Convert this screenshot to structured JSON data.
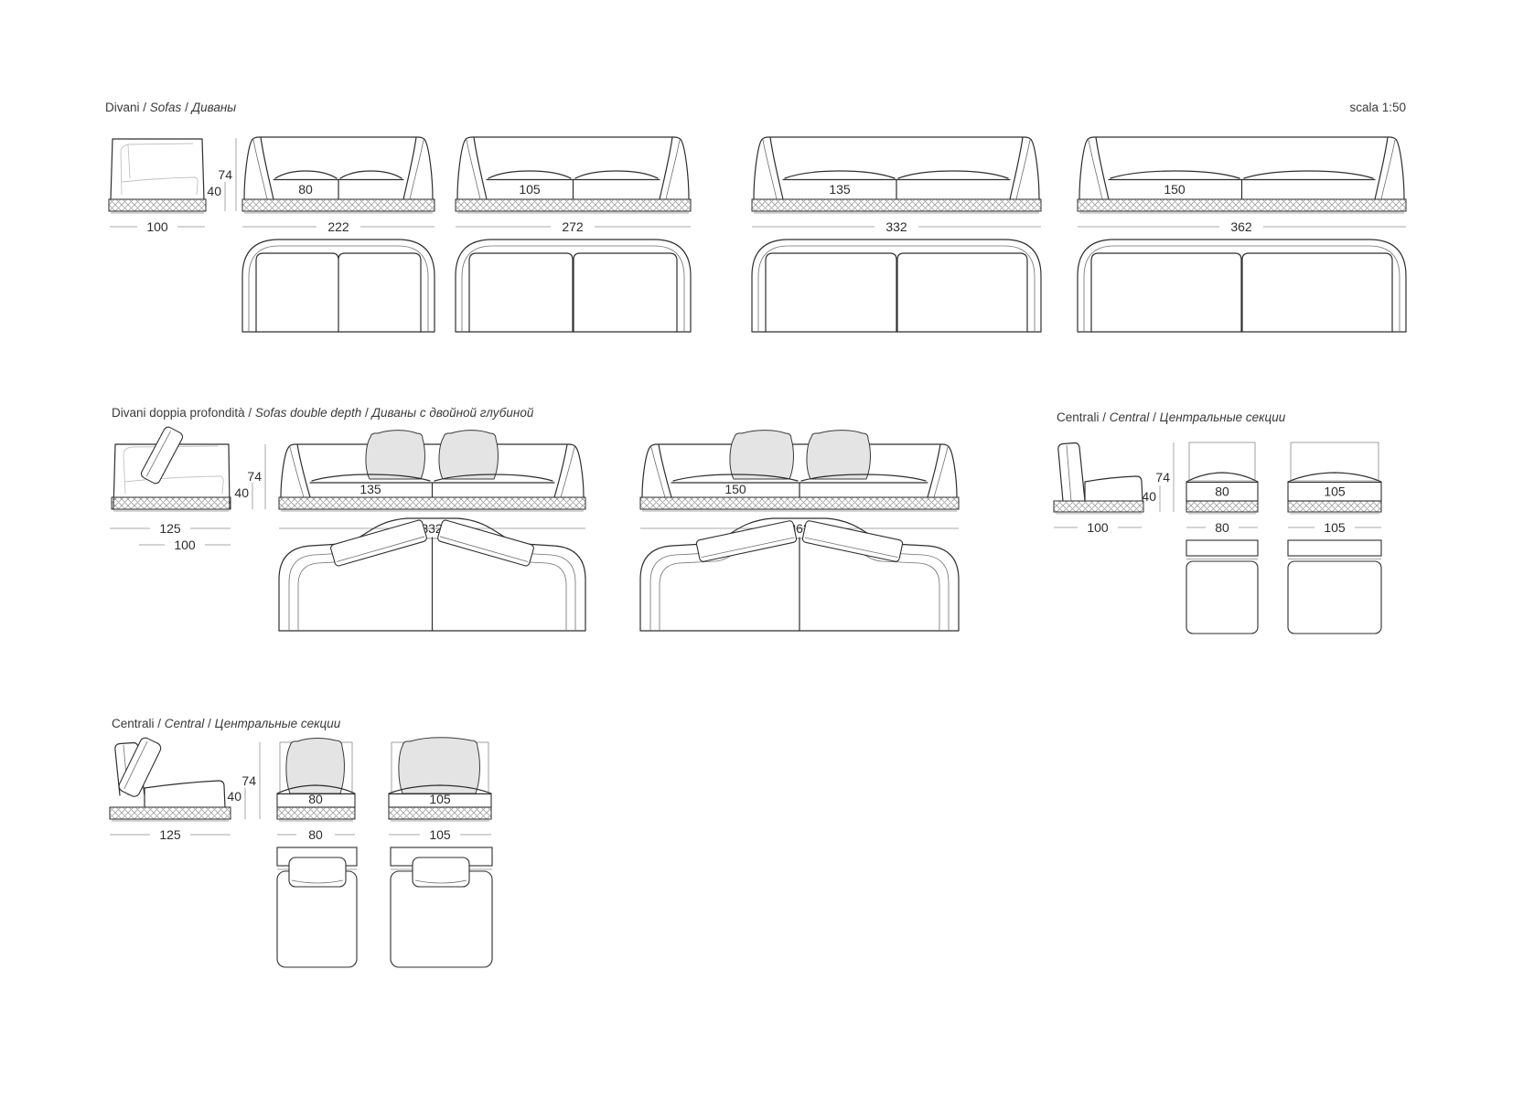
{
  "page": {
    "scale_label": "scala 1:50"
  },
  "sofas": {
    "title_parts": [
      {
        "text": "Divani / ",
        "italic": false
      },
      {
        "text": "Sofas",
        "italic": true
      },
      {
        "text": " / ",
        "italic": false
      },
      {
        "text": "Диваны",
        "italic": true
      }
    ],
    "side": {
      "depth": "100",
      "height_total": "74",
      "height_seat": "40"
    },
    "items": [
      {
        "width": "222",
        "seat": "80"
      },
      {
        "width": "272",
        "seat": "105"
      },
      {
        "width": "332",
        "seat": "135"
      },
      {
        "width": "362",
        "seat": "150"
      }
    ]
  },
  "double_depth": {
    "title_parts": [
      {
        "text": "Divani doppia profondità / ",
        "italic": false
      },
      {
        "text": "Sofas double depth",
        "italic": true
      },
      {
        "text": " / ",
        "italic": false
      },
      {
        "text": "Диваны с двойной глубиной",
        "italic": true
      }
    ],
    "side": {
      "depth_outer": "125",
      "depth_seat": "100",
      "height_total": "74",
      "height_seat": "40"
    },
    "items": [
      {
        "width": "332",
        "seat": "135"
      },
      {
        "width": "362",
        "seat": "150"
      }
    ]
  },
  "central_shallow": {
    "title_parts": [
      {
        "text": "Centrali / ",
        "italic": false
      },
      {
        "text": "Central",
        "italic": true
      },
      {
        "text": " / ",
        "italic": false
      },
      {
        "text": "Центральные секции",
        "italic": true
      }
    ],
    "side": {
      "depth": "100",
      "height_total": "74",
      "height_seat": "40"
    },
    "items": [
      {
        "width": "80"
      },
      {
        "width": "105"
      }
    ]
  },
  "central_deep": {
    "title_parts": [
      {
        "text": "Centrali / ",
        "italic": false
      },
      {
        "text": "Central",
        "italic": true
      },
      {
        "text": " / ",
        "italic": false
      },
      {
        "text": "Центральные секции",
        "italic": true
      }
    ],
    "side": {
      "depth": "125",
      "height_total": "74",
      "height_seat": "40"
    },
    "items": [
      {
        "width": "80"
      },
      {
        "width": "105"
      }
    ]
  }
}
